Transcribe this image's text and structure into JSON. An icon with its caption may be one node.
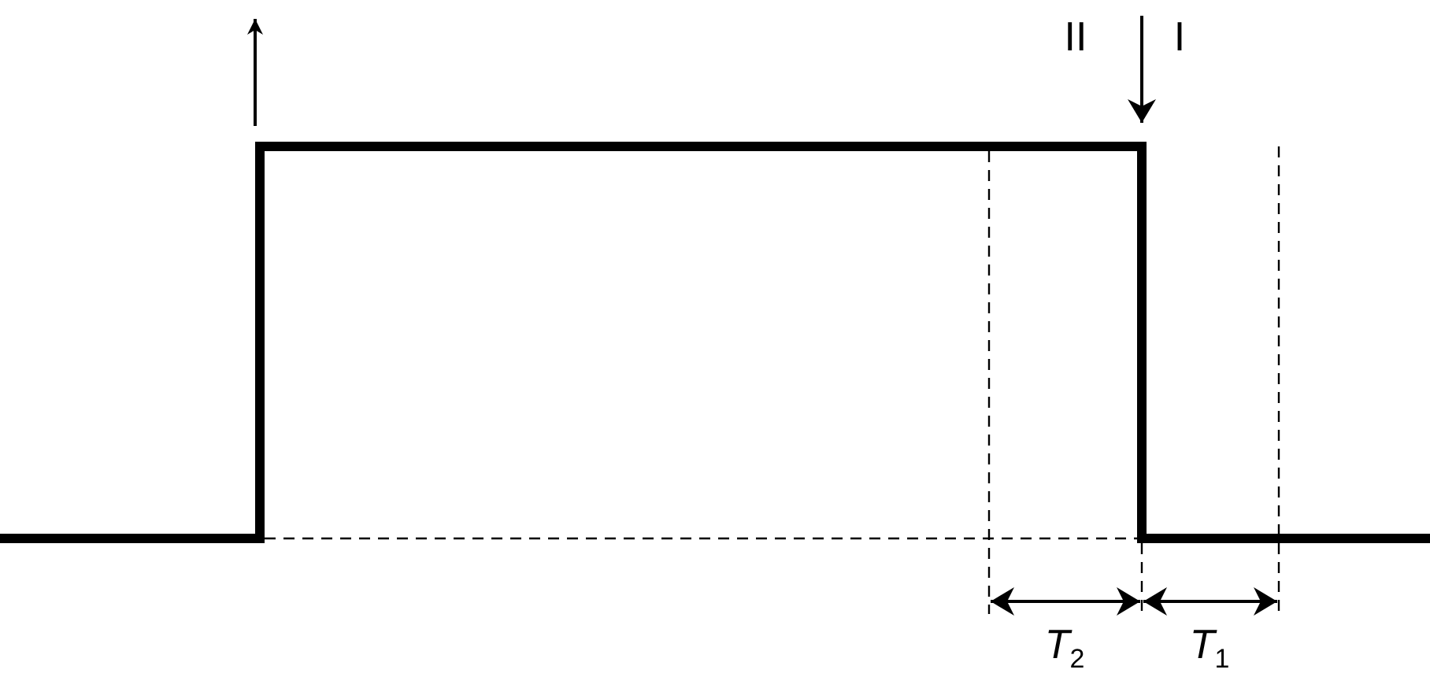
{
  "diagram": {
    "labels": [
      "II",
      "I",
      "*T*$_{2}$",
      "*T*$_{1}$"
    ]
  }
}
